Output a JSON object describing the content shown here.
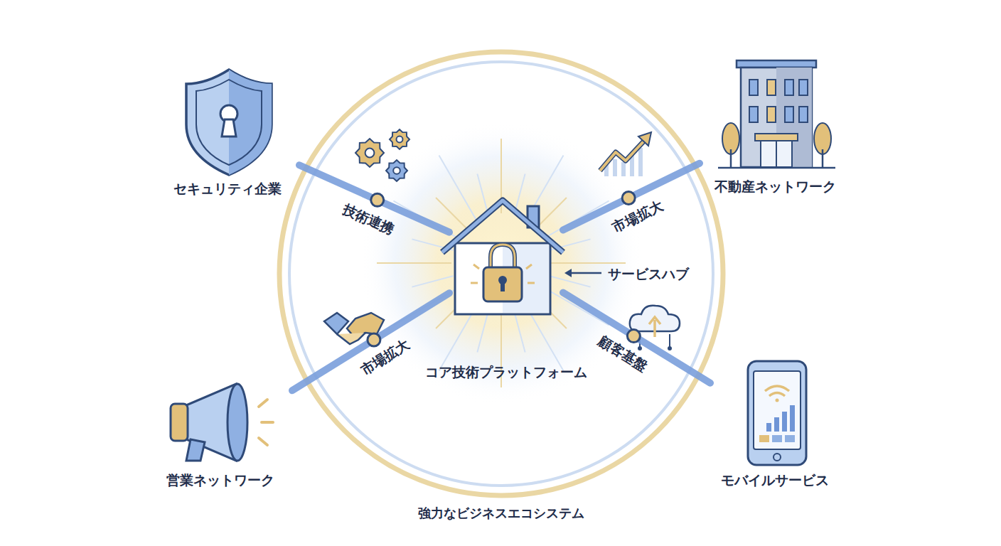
{
  "diagram": {
    "caption": "強力なビジネスエコシステム",
    "nodes": [
      {
        "text": [
          "セキュリティ企業"
        ]
      },
      {
        "text": [
          "不動産ネットワーク"
        ]
      },
      {
        "text": [
          "コア技術プラットフォーム"
        ]
      },
      {
        "text": [
          "営業ネットワーク"
        ]
      },
      {
        "text": [
          "モバイルサービス"
        ]
      }
    ],
    "edges": [
      {
        "from": 0,
        "to": 2,
        "label": "技術連携",
        "arrow": "none"
      },
      {
        "from": 1,
        "to": 2,
        "label": "市場拡大",
        "arrow": "none"
      },
      {
        "from": 3,
        "to": 2,
        "label": "市場拡大",
        "arrow": "none"
      },
      {
        "from": 4,
        "to": 2,
        "label": "顧客基盤",
        "arrow": "none"
      }
    ],
    "labels": [
      "サービスハブ"
    ]
  }
}
